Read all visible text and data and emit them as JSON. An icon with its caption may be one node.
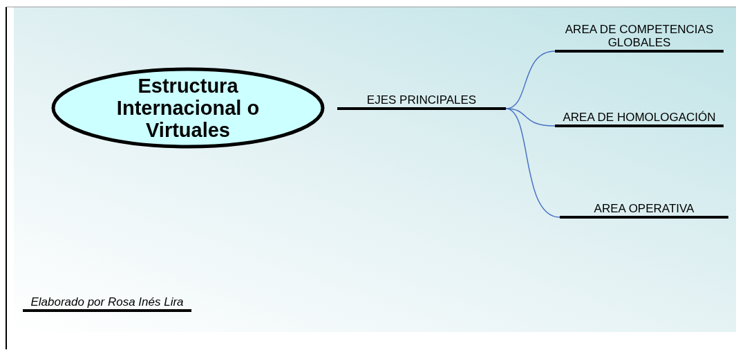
{
  "diagram": {
    "nodes": [
      {
        "text": [
          "Estructura Internacional o Virtuales"
        ]
      },
      {
        "text": [
          "EJES PRINCIPALES"
        ]
      },
      {
        "text": [
          "AREA DE COMPETENCIAS GLOBALES"
        ]
      },
      {
        "text": [
          "AREA DE HOMOLOGACIÓN"
        ]
      },
      {
        "text": [
          "AREA OPERATIVA"
        ]
      },
      {
        "text": [
          "Elaborado por Rosa Inés Lira"
        ]
      }
    ],
    "edges": [
      {
        "from": 1,
        "to": 2,
        "arrow": "none"
      },
      {
        "from": 1,
        "to": 3,
        "arrow": "none"
      },
      {
        "from": 1,
        "to": 4,
        "arrow": "none"
      }
    ]
  }
}
